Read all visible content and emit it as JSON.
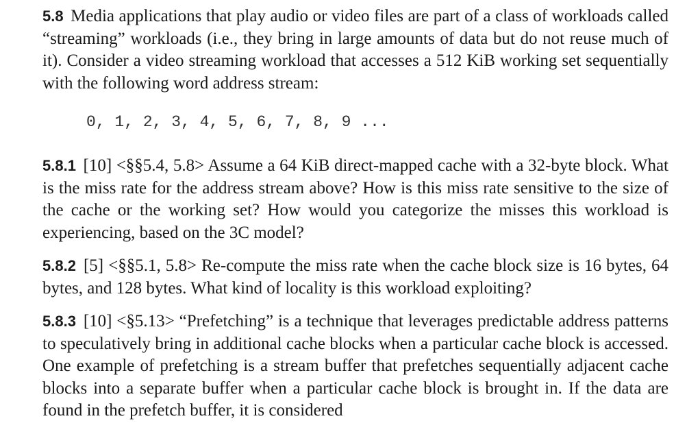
{
  "problem": {
    "number": "5.8",
    "text": "Media applications that play audio or video files are part of a class of workloads called “streaming” workloads (i.e., they bring in large amounts of data but do not reuse much of it). Consider a video streaming workload that accesses a 512 KiB working set sequentially with the following word address stream:"
  },
  "address_stream": "0, 1, 2, 3, 4, 5, 6, 7, 8, 9 ...",
  "subproblems": [
    {
      "number": "5.8.1",
      "text": "[10] <§§5.4, 5.8> Assume a 64 KiB direct-mapped cache with a 32-byte block. What is the miss rate for the address stream above? How is this miss rate sensitive to the size of the cache or the working set? How would you categorize the misses this workload is experiencing, based on the 3C model?"
    },
    {
      "number": "5.8.2",
      "text": "[5] <§§5.1, 5.8> Re-compute the miss rate when the cache block size is 16 bytes, 64 bytes, and 128 bytes. What kind of locality is this workload exploiting?"
    },
    {
      "number": "5.8.3",
      "text": "[10] <§5.13> “Prefetching” is a technique that leverages predictable address patterns to speculatively bring in additional cache blocks when a particular cache block is accessed. One example of prefetching is a stream buffer that prefetches sequentially adjacent cache blocks into a separate buffer when a particular cache block is brought in. If the data are found in the prefetch buffer, it is considered"
    }
  ]
}
